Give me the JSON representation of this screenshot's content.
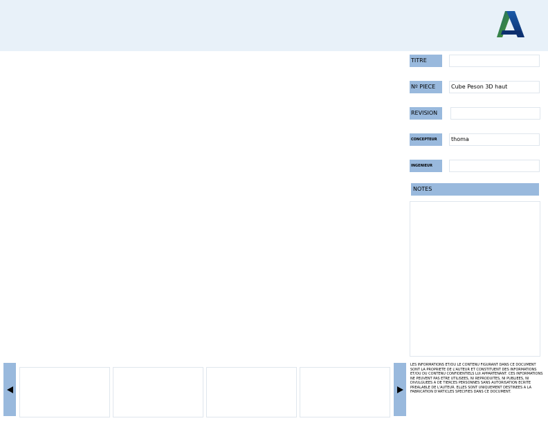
{
  "header": {
    "logo_icon": "autodesk-a-logo-icon"
  },
  "fields": [
    {
      "label": "TITRE",
      "value": ""
    },
    {
      "label": "Nº PIECE",
      "value": "Cube Peson 3D haut"
    },
    {
      "label": "REVISION",
      "value": ""
    },
    {
      "label": "CONCEPTEUR",
      "value": "thoma"
    },
    {
      "label": "INGENIEUR",
      "value": ""
    }
  ],
  "notes": {
    "label": "NOTES",
    "content": ""
  },
  "disclaimer": "LES INFORMATIONS ET/OU LE CONTENU FIGURANT DANS CE DOCUMENT SONT LA PROPRIETE DE L'AUTEUR ET CONSTITUENT DES INFORMATIONS ET/OU DU CONTENU CONFIDENTIELS LUI APPARTENANT. CES INFORMATIONS NE PEUVENT PAS ETRE UTILISEES, NI REPRODUITES, NI PUBLIEES, NI DIVULGUEES A DE TIERCES PERSONNES SANS AUTORISATION ECRITE PREALABLE DE L'AUTEUR. ELLES SONT UNIQUEMENT DESTINEES A LA FABRICATION D'ARTICLES SPECIFIES DANS CE DOCUMENT.",
  "navigation": {
    "prev_icon": "triangle-left-icon",
    "next_icon": "triangle-right-icon"
  },
  "colors": {
    "header_bg": "#e8f1f9",
    "label_bg": "#99b9dd",
    "border": "#dfe6ed"
  }
}
